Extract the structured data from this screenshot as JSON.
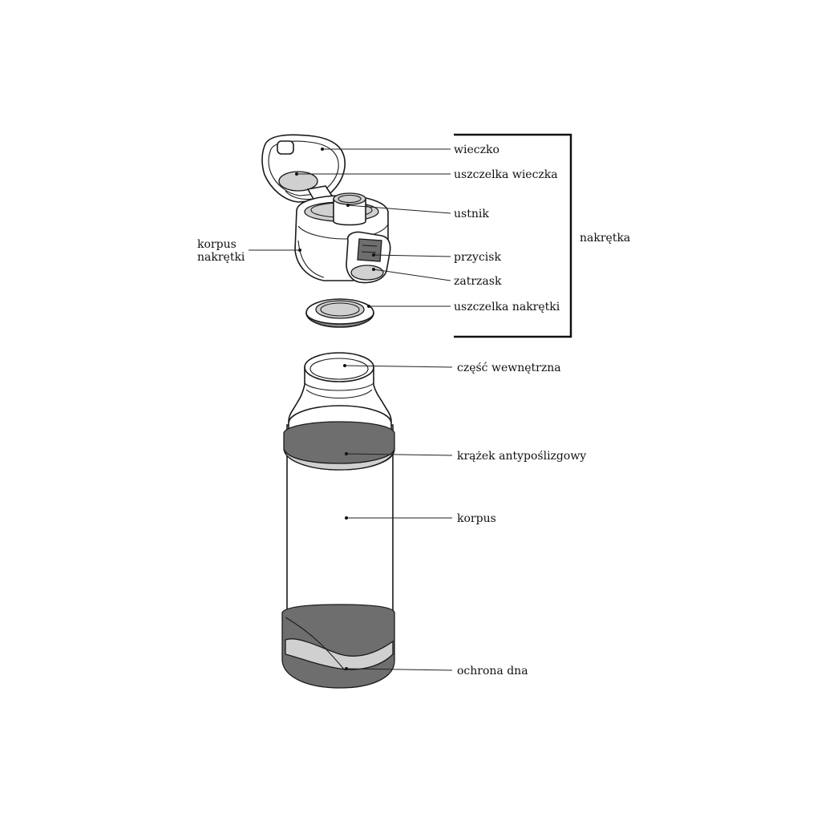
{
  "labels": {
    "wieczko": "wieczko",
    "uszczelka_wieczka": "uszczelka wieczka",
    "ustnik": "ustnik",
    "korpus_nakretki_line1": "korpus",
    "korpus_nakretki_line2": "nakrętki",
    "przycisk": "przycisk",
    "zatrzask": "zatrzask",
    "uszczelka_nakretki": "uszczelka nakrętki",
    "nakretka": "nakrętka",
    "czesc_wewnetrzna": "część wewnętrzna",
    "krazek_antyposlizgowy": "krążek antypoślizgowy",
    "korpus": "korpus",
    "ochrona_dna": "ochrona dna"
  }
}
